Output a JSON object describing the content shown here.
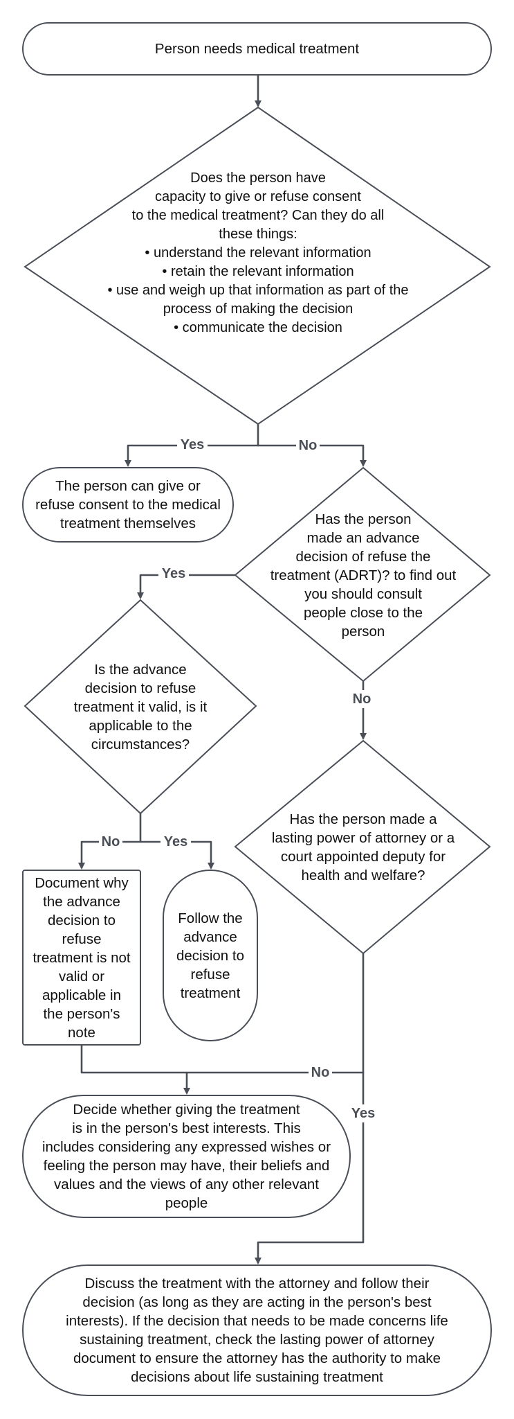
{
  "diagram": {
    "nodes": {
      "start": "Person needs medical treatment",
      "capacity_question": "Does the person have\ncapacity to give or refuse consent\nto the medical treatment? Can they do all\nthese things:\n•   understand the relevant information\n•  retain the relevant information\n• use and weigh up that information as part of the\nprocess of making the decision\n•  communicate the decision",
      "can_consent": "The person can give or\nrefuse consent to the medical\ntreatment themselves",
      "adrt_question": "Has the person\nmade an advance\ndecision of refuse the\ntreatment (ADRT)? to find out\nyou should consult\npeople close to the\nperson",
      "adrt_valid_question": "Is the advance\ndecision to refuse\ntreatment it valid, is it\napplicable to the\ncircumstances?",
      "lpa_question": "Has the person made a\nlasting power of attorney or a\ncourt appointed deputy for\nhealth and welfare?",
      "document_why": "Document why\nthe advance\ndecision to\nrefuse\ntreatment is not\nvalid or\napplicable in\nthe person's\nnote",
      "follow_adrt": "Follow the\nadvance\ndecision to\nrefuse\ntreatment",
      "best_interests": "Decide whether giving the treatment\nis in the person's best interests. This\nincludes considering any expressed wishes or\nfeeling the person may have, their beliefs and\nvalues and the views of any other relevant\npeople",
      "discuss_attorney": "Discuss the treatment with the attorney and follow their\ndecision (as long as they are acting in the person's best\ninterests). If the decision that needs to be made concerns life\nsustaining treatment, check the lasting power of attorney\ndocument to ensure the attorney has the authority to make\ndecisions about life sustaining treatment"
    },
    "edge_labels": {
      "capacity_yes": "Yes",
      "capacity_no": "No",
      "adrt_yes": "Yes",
      "adrt_no": "No",
      "valid_no": "No",
      "valid_yes": "Yes",
      "lpa_no": "No",
      "lpa_yes": "Yes"
    }
  }
}
